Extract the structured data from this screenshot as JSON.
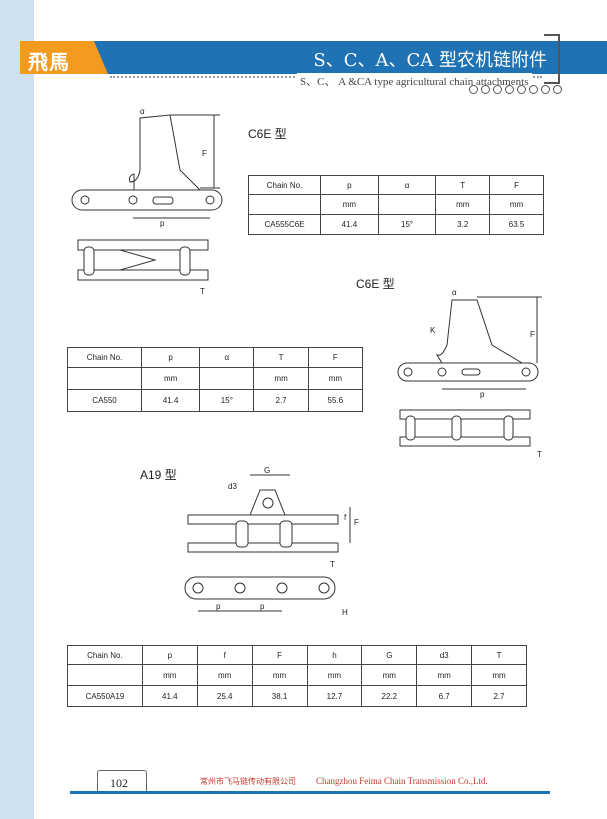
{
  "header": {
    "brand": "飛馬",
    "title_cn": "S、C、A、CA 型农机链附件",
    "title_en": "S、C、 A &CA type agricultural chain attachments"
  },
  "section1": {
    "title": "C6E 型",
    "headers": [
      "Chain No.",
      "p",
      "α",
      "T",
      "F"
    ],
    "units": [
      "",
      "mm",
      "",
      "mm",
      "mm"
    ],
    "row": [
      "CA555C6E",
      "41.4",
      "15°",
      "3.2",
      "63.5"
    ]
  },
  "section2": {
    "title": "C6E 型",
    "headers": [
      "Chain No.",
      "p",
      "α",
      "T",
      "F"
    ],
    "units": [
      "",
      "mm",
      "",
      "mm",
      "mm"
    ],
    "row": [
      "CA550",
      "41.4",
      "15°",
      "2.7",
      "55.6"
    ]
  },
  "section3": {
    "title": "A19 型",
    "headers": [
      "Chain No.",
      "p",
      "f",
      "F",
      "h",
      "G",
      "d3",
      "T"
    ],
    "units": [
      "",
      "mm",
      "mm",
      "mm",
      "mm",
      "mm",
      "mm",
      "mm"
    ],
    "row": [
      "CA550A19",
      "41.4",
      "25.4",
      "38.1",
      "12.7",
      "22.2",
      "6.7",
      "2.7"
    ]
  },
  "dims": {
    "alpha": "α",
    "F": "F",
    "p": "p",
    "T": "T",
    "K": "K",
    "G": "G",
    "d3": "d3",
    "f": "f",
    "H": "H"
  },
  "footer": {
    "page": "102",
    "company_cn": "常州市飞马链传动有限公司",
    "company_en": "Changzhou Feima Chain Transmission Co.,Ltd."
  }
}
